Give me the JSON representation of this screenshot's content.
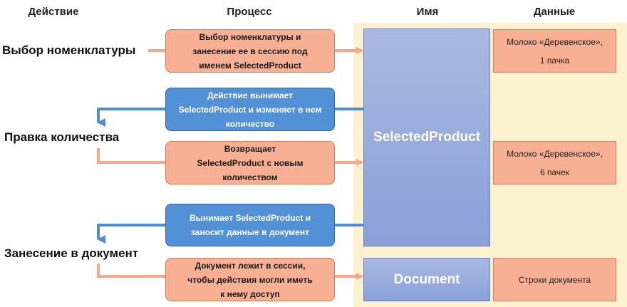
{
  "headers": {
    "action": "Действие",
    "process": "Процесс",
    "name": "Имя",
    "data": "Данные"
  },
  "actions": [
    "Выбор номенклатуры",
    "Правка количества",
    "Занесение в документ"
  ],
  "processes": [
    {
      "text": "Выбор номенклатуры и\nзанесение ее в сессию под\nименем SelectedProduct",
      "style": "orange"
    },
    {
      "text": "Действие вынимает\nSelectedProduct и изменяет в нем\nколичество",
      "style": "blue"
    },
    {
      "text": "Возвращает\nSelectedProduct с новым\nколичеством",
      "style": "orange"
    },
    {
      "text": "Вынимает SelectedProduct и\nзаносит данные в документ",
      "style": "blue"
    },
    {
      "text": "Документ лежит в сессии,\nчтобы действия могли иметь\nк нему доступ",
      "style": "orange"
    }
  ],
  "names": {
    "selected_product": "SelectedProduct",
    "document": "Document"
  },
  "data_values": [
    "Молоко «Деревенское»,\n1 пачка",
    "Молоко «Деревенское»,\n6 пачек",
    "Строки документа"
  ],
  "colors": {
    "orange_fill": "#f7b094",
    "orange_arrow": "#f4a98a",
    "blue_fill": "#5291d6",
    "blue_arrow": "#4e8fd3",
    "name_fill": "#8ea3d9",
    "panel": "#fdf2cf"
  }
}
